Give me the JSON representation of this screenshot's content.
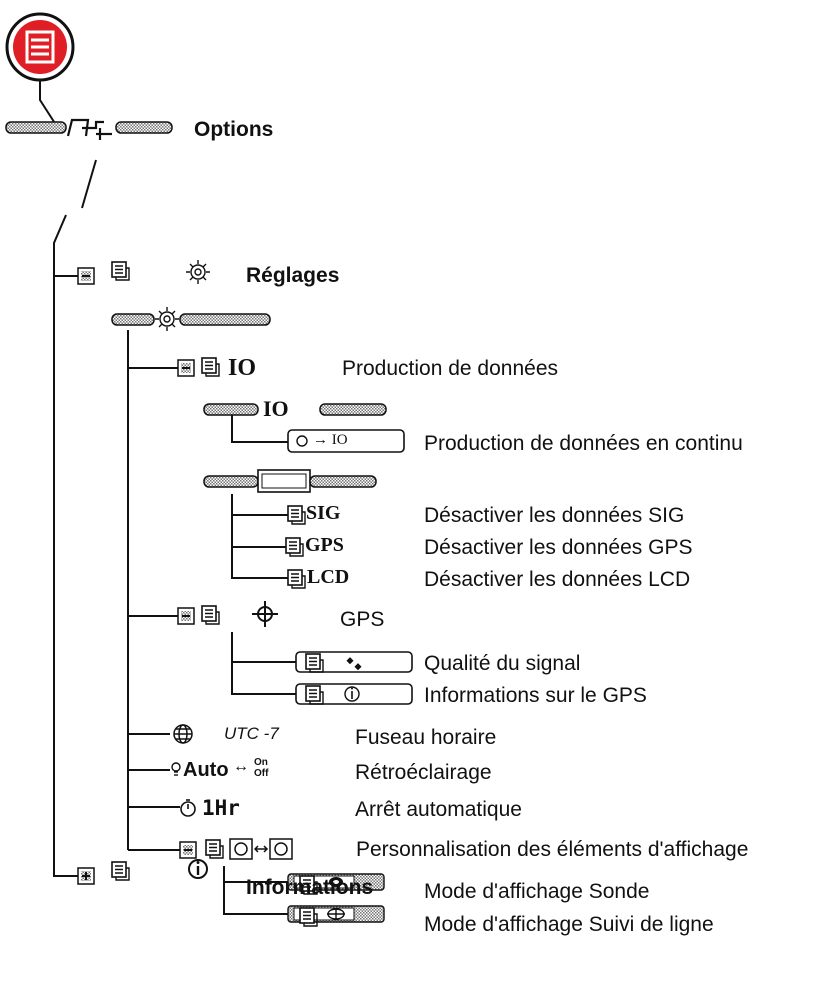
{
  "colors": {
    "accent": "#e01e26",
    "ink": "#111111",
    "bar": "#bdbdbd"
  },
  "root_icon": "menu-list-icon",
  "options": {
    "label": "Options",
    "icon": "settings-connector-icon"
  },
  "reglages": {
    "label": "Réglages",
    "icon": "gear-icon"
  },
  "production": {
    "code": "IO",
    "label": "Production de données"
  },
  "continu": {
    "code": "→ IO",
    "label": "Production de données en continu"
  },
  "sig": {
    "code": "SIG",
    "label": "Désactiver les données SIG"
  },
  "gps_data": {
    "code": "GPS",
    "label": "Désactiver les données GPS"
  },
  "lcd": {
    "code": "LCD",
    "label": "Désactiver les données LCD"
  },
  "gps": {
    "label": "GPS",
    "icon": "crosshair-icon"
  },
  "signal": {
    "label": "Qualité du signal",
    "icon": "satellite-icon"
  },
  "gps_info": {
    "label": "Informations sur le GPS",
    "icon": "info-icon"
  },
  "fuseau": {
    "code": "UTC -7",
    "label": "Fuseau horaire",
    "icon": "globe-icon"
  },
  "retro": {
    "code": "Auto",
    "on": "On",
    "off": "Off",
    "label": "Rétroéclairage",
    "icon": "bulb-icon"
  },
  "arret": {
    "code": "1Hr",
    "label": "Arrêt automatique",
    "icon": "timer-icon"
  },
  "perso": {
    "label": "Personnalisation des éléments d'affichage",
    "icon": "display-swap-icon"
  },
  "sonde": {
    "label": "Mode d'affichage Sonde",
    "icon": "sonar-icon"
  },
  "suivi": {
    "label": "Mode d'affichage Suivi de ligne",
    "icon": "track-icon"
  },
  "informations": {
    "label": "Informations",
    "icon": "info-icon"
  }
}
